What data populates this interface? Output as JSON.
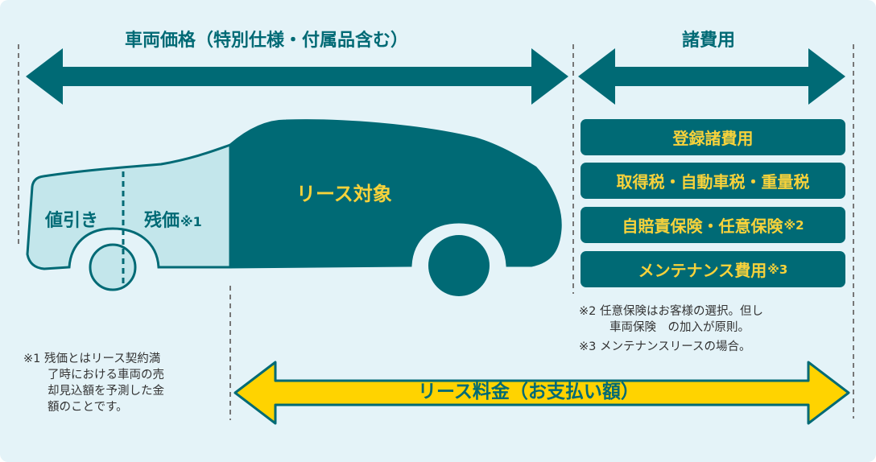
{
  "colors": {
    "background": "#e4f3f8",
    "teal": "#006a75",
    "light_cyan": "#c3e6eb",
    "yellow": "#ffd300",
    "yellow_text": "#f7d23b",
    "dashed_line": "#777777"
  },
  "header": {
    "vehicle_price": "車両価格（特別仕様・付属品含む）",
    "fees": "諸費用"
  },
  "car": {
    "discount": "値引き",
    "residual": "残価",
    "residual_note_mark": "※1",
    "lease_target": "リース対象"
  },
  "fee_items": [
    {
      "label": "登録諸費用",
      "mark": ""
    },
    {
      "label": "取得税・自動車税・重量税",
      "mark": ""
    },
    {
      "label": "自賠責保険・任意保険",
      "mark": "※2"
    },
    {
      "label": "メンテナンス費用",
      "mark": "※3"
    }
  ],
  "lease_fee": "リース料金（お支払い額）",
  "notes": {
    "note1_line1": "※1 残価とはリース契約満",
    "note1_line2": "了時における車両の売",
    "note1_line3": "却見込額を予測した金",
    "note1_line4": "額のことです。",
    "note2_line1": "※2 任意保険はお客様の選択。但し",
    "note2_line2": "車両保険　の加入が原則。",
    "note3": "※3 メンテナンスリースの場合。"
  }
}
